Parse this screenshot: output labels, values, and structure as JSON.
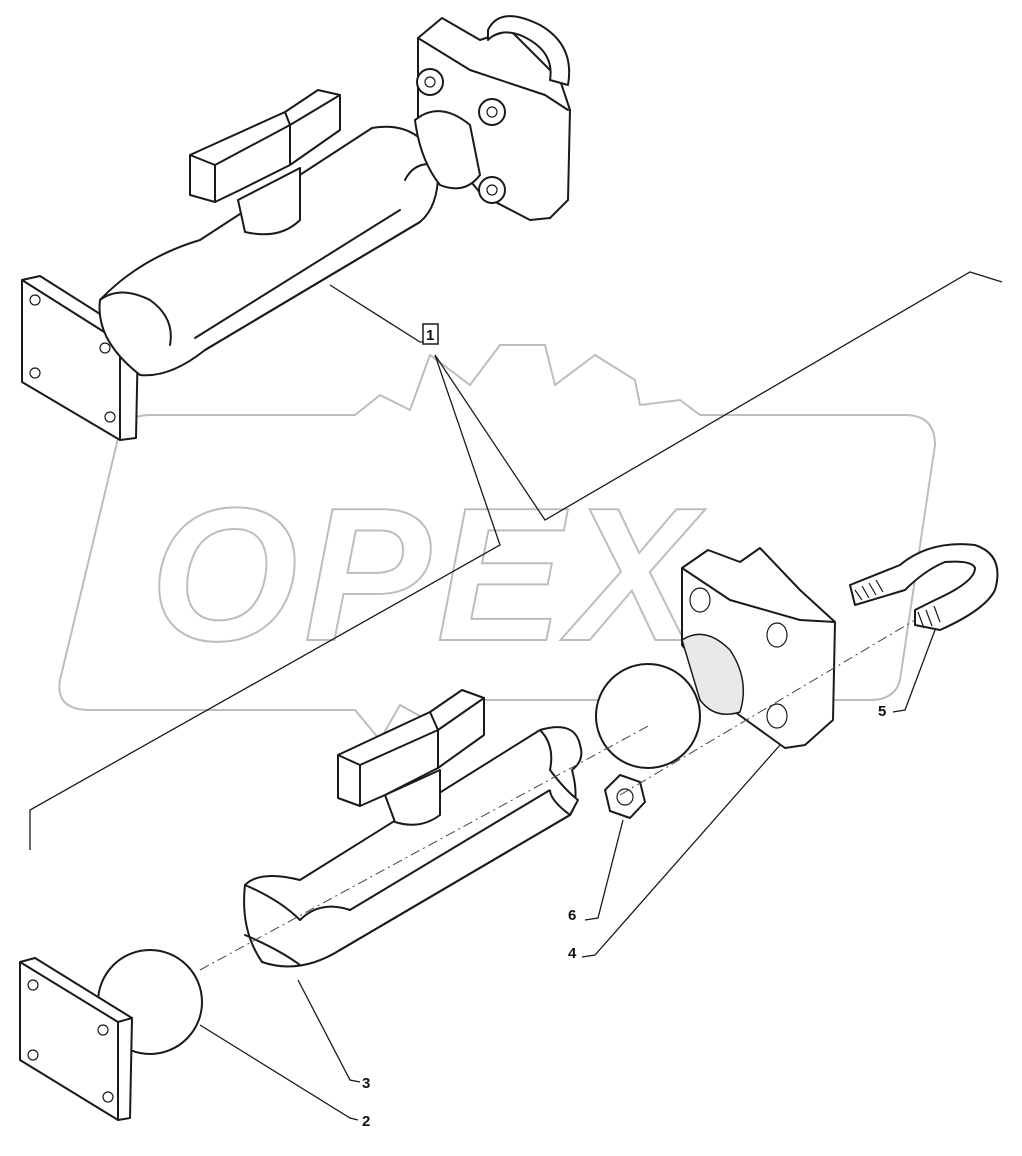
{
  "watermark": {
    "text": "OPEX"
  },
  "callouts": {
    "c1": "1",
    "c2": "2",
    "c3": "3",
    "c4": "4",
    "c5": "5",
    "c6": "6"
  }
}
